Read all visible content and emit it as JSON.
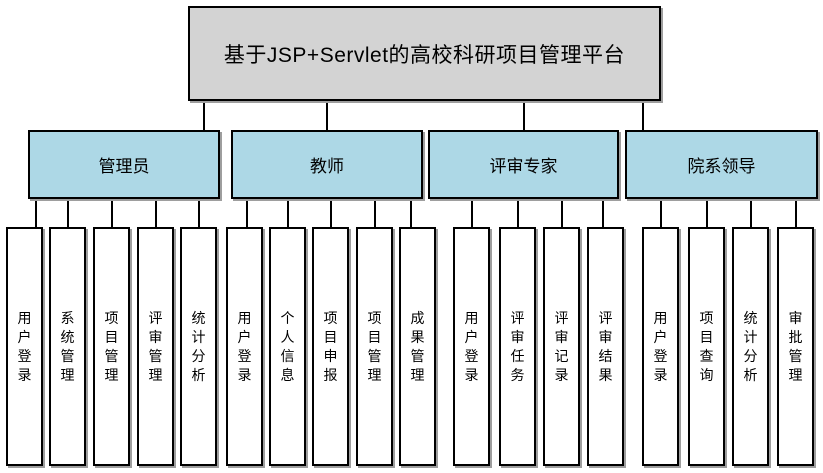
{
  "diagram": {
    "title": "基于JSP+Servlet的高校科研项目管理平台",
    "groups": [
      {
        "label": "管理员",
        "children": [
          "用户登录",
          "系统管理",
          "项目管理",
          "评审管理",
          "统计分析"
        ]
      },
      {
        "label": "教师",
        "children": [
          "用户登录",
          "个人信息",
          "项目申报",
          "项目管理",
          "成果管理"
        ]
      },
      {
        "label": "评审专家",
        "children": [
          "用户登录",
          "评审任务",
          "评审记录",
          "评审结果"
        ]
      },
      {
        "label": "院系领导",
        "children": [
          "用户登录",
          "项目查询",
          "统计分析",
          "审批管理"
        ]
      }
    ],
    "colors": {
      "root_fill": "#d3d3d3",
      "group_fill": "#add8e6",
      "leaf_fill": "#ffffff",
      "border": "#000000",
      "shadow": "#9e9e9e",
      "text": "#000000"
    }
  }
}
